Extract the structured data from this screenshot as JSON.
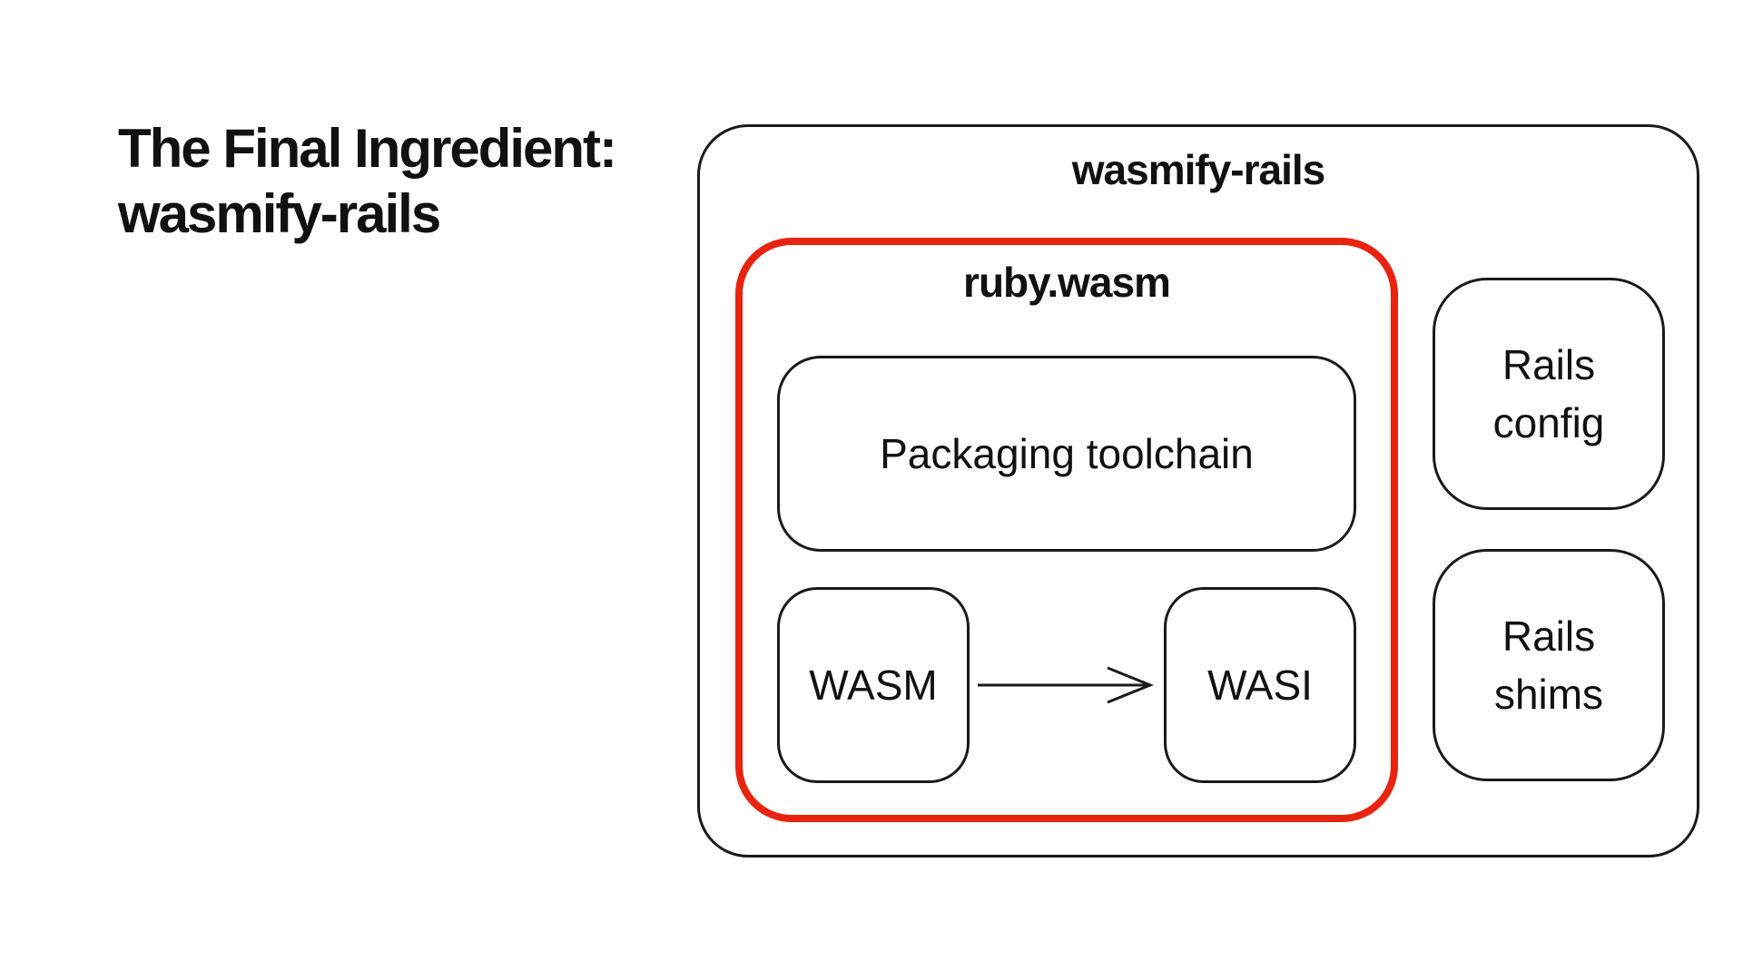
{
  "slide": {
    "title_line1": "The Final Ingredient:",
    "title_line2": "wasmify-rails"
  },
  "diagram": {
    "outer_label": "wasmify-rails",
    "ruby_label": "ruby.wasm",
    "packaging_label": "Packaging toolchain",
    "wasm_label": "WASM",
    "wasi_label": "WASI",
    "rails_config_line1": "Rails",
    "rails_config_line2": "config",
    "rails_shims_line1": "Rails",
    "rails_shims_line2": "shims",
    "highlight_color": "#e8230f",
    "stroke_color": "#1a1a1a"
  }
}
